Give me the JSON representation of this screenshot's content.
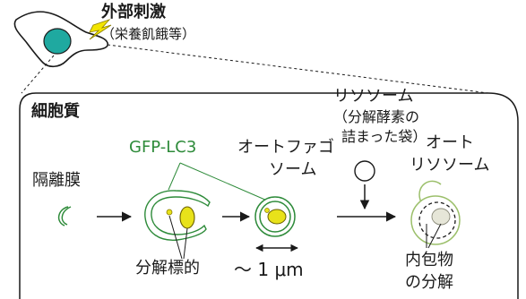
{
  "title": "外部刺激",
  "subtitle": "（栄養飢餓等）",
  "region_label": "細胞質",
  "labels": {
    "isolation_membrane": "隔離膜",
    "gfp_lc3": "GFP-LC3",
    "autophagosome_line1": "オートファゴ",
    "autophagosome_line2": "ソーム",
    "lysosome": "リソソーム",
    "lysosome_desc_line1": "（分解酵素の",
    "lysosome_desc_line2": "詰まった袋）",
    "autolysosome_line1": "オート",
    "autolysosome_line2": "リソソーム",
    "degradation_target": "分解標的",
    "scale": "～ 1 μm",
    "contents_line1": "内包物",
    "contents_line2": "の分解"
  },
  "colors": {
    "green": "#2e8b3a",
    "yellow": "#e8e21a",
    "teal": "#1fa9a0",
    "light_green": "#9bbf6a"
  }
}
